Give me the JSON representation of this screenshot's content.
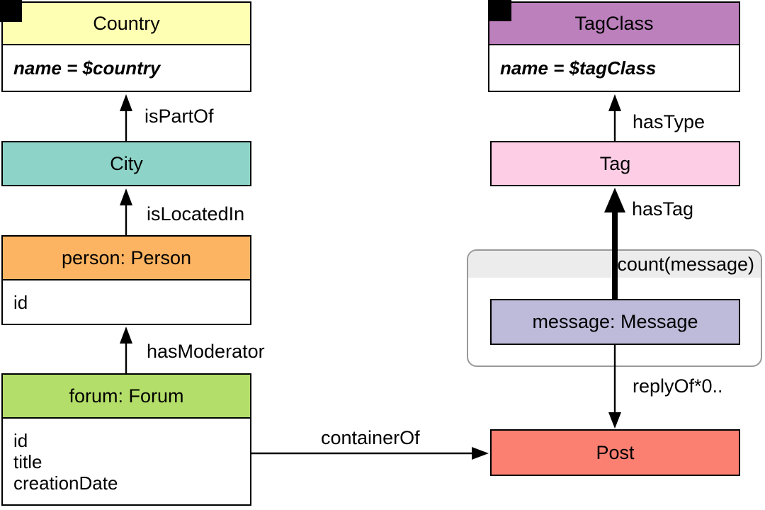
{
  "nodes": {
    "country": {
      "title": "Country",
      "param": "name = $country",
      "color": "#ffffb3"
    },
    "city": {
      "title": "City",
      "color": "#8dd3c7"
    },
    "person": {
      "title": "person: Person",
      "attrs": [
        "id"
      ],
      "color": "#fdb462"
    },
    "forum": {
      "title": "forum: Forum",
      "attrs": [
        "id",
        "title",
        "creationDate"
      ],
      "color": "#b3de69"
    },
    "tagclass": {
      "title": "TagClass",
      "param": "name = $tagClass",
      "color": "#bc80bd"
    },
    "tag": {
      "title": "Tag",
      "color": "#fccde5"
    },
    "message": {
      "title": "message: Message",
      "color": "#bebada"
    },
    "post": {
      "title": "Post",
      "color": "#fb8072"
    }
  },
  "edges": {
    "isPartOf": {
      "label": "isPartOf"
    },
    "isLocatedIn": {
      "label": "isLocatedIn"
    },
    "hasModerator": {
      "label": "hasModerator"
    },
    "hasType": {
      "label": "hasType"
    },
    "hasTag": {
      "label": "hasTag"
    },
    "replyOf": {
      "label": "replyOf*0.."
    },
    "containerOf": {
      "label": "containerOf"
    }
  },
  "aggregate": {
    "label": "count(message)"
  },
  "colors": {
    "edge": "#000000",
    "container_border": "#999999",
    "container_band": "#ececec"
  }
}
